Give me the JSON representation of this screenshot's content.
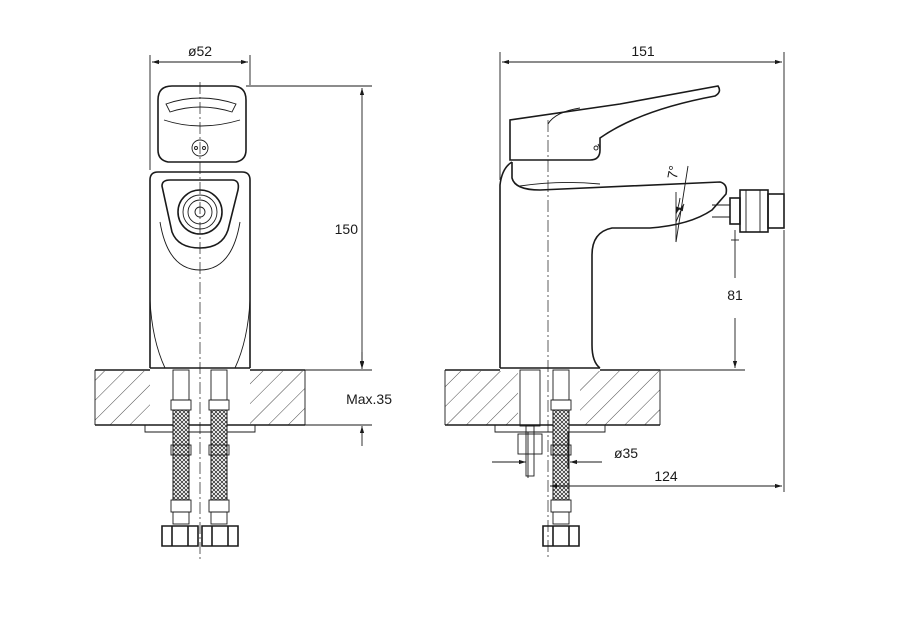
{
  "dimensions": {
    "front_width": "ø52",
    "front_height": "150",
    "mount_thickness": "Max.35",
    "side_length": "151",
    "spout_angle": "7°",
    "spout_height": "81",
    "hole_diameter": "ø35",
    "outlet_reach": "124"
  },
  "colors": {
    "line": "#1a1a1a",
    "background": "#ffffff"
  }
}
